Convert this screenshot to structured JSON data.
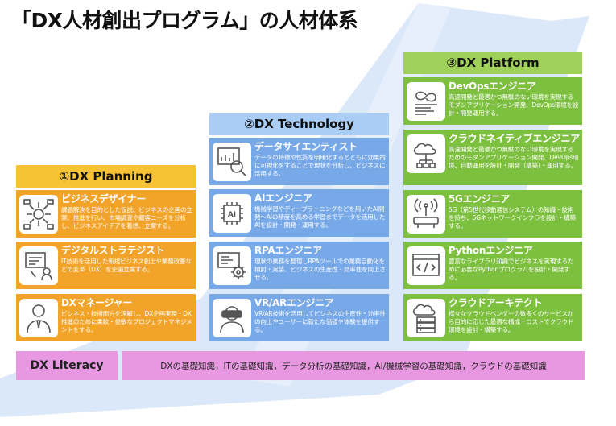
{
  "title": "「DX人材創出プログラム」の人材体系",
  "headers": {
    "planning": "①DX Planning",
    "technology": "②DX Technology",
    "platform": "③DX Platform"
  },
  "planning": [
    {
      "icon": "business-designer-icon",
      "name": "ビジネスデザイナー",
      "desc": "課題解決を目的とした仮説、ビジネスの企画の立案、推進を行い、市場調査や顧客ニーズを分析し、ビジネスアイデアを着想、立案する。"
    },
    {
      "icon": "digital-strategist-icon",
      "name": "デジタルストラテジスト",
      "desc": "IT技術を活用した新規ビジネス創出や業務改善などの変革（DX）を企画立案する。"
    },
    {
      "icon": "dx-manager-icon",
      "name": "DXマネージャー",
      "desc": "ビジネス・技術両方を理解し、DX企画実現・DX推進のために柔軟・俊敏なプロジェクトマネジメントをする。"
    }
  ],
  "technology": [
    {
      "icon": "data-scientist-icon",
      "name": "データサイエンティスト",
      "desc": "データの特徴や性質を明確化するとともに効果的に可視化をすることで現状を分析し、ビジネスに活用する。"
    },
    {
      "icon": "ai-chip-icon",
      "name": "AIエンジニア",
      "desc": "機械学習やディープラーニングなどを用いたAI開発〜AIの精度を高める学習までデータを活用したAIを設計・開発・運用する。"
    },
    {
      "icon": "rpa-gear-icon",
      "name": "RPAエンジニア",
      "desc": "現状の業務を整理しRPAツールでの業務自動化を検討・実装、ビジネスの生産性・効率性を向上させる。"
    },
    {
      "icon": "vr-headset-icon",
      "name": "VR/ARエンジニア",
      "desc": "VR/AR技術を活用してビジネスの生産性・効率性の向上やユーザーに新たな価値や体験を提供する。"
    }
  ],
  "platform": [
    {
      "icon": "devops-icon",
      "name": "DevOpsエンジニア",
      "desc": "高速開発と最適かつ無駄のない環境を実現するモダンアプリケーション開発、DevOps環境を設計・開発運用する。"
    },
    {
      "icon": "cloud-native-icon",
      "name": "クラウドネイティブエンジニア",
      "desc": "高速開発と最適かつ無駄のない環境を実現するためのモダンアプリケーション開発、DevOps環境、自動運用を設計・開発（構築）・運用する。"
    },
    {
      "icon": "5g-antenna-icon",
      "name": "5Gエンジニア",
      "desc": "5G（第5世代移動通信システム）の知識・技術を持ち、5Gネットワークインフラを設計・構築する。"
    },
    {
      "icon": "python-code-icon",
      "name": "Pythonエンジニア",
      "desc": "豊富なライブラリ知識でビジネスを実現するために必要なPythonプログラムを設計・開発する。"
    },
    {
      "icon": "cloud-server-icon",
      "name": "クラウドアーキテクト",
      "desc": "様々なクラウドベンダーの数多くのサービスから目的に応じた最適な構成・コストでクラウド環境を設計・構築する。"
    }
  ],
  "literacy": {
    "label": "DX Literacy",
    "text": "DXの基礎知識，ITの基礎知識，データ分析の基礎知識，AI/機械学習の基礎知識，クラウドの基礎知識"
  },
  "colors": {
    "planning": "#f2a329",
    "planning_header": "#f7c233",
    "technology": "#77a8e8",
    "technology_header": "#a9cdf5",
    "platform": "#7dbf3f",
    "platform_header": "#9fd05a",
    "literacy": "#e898e0",
    "arrow": "#dbe8fa"
  }
}
